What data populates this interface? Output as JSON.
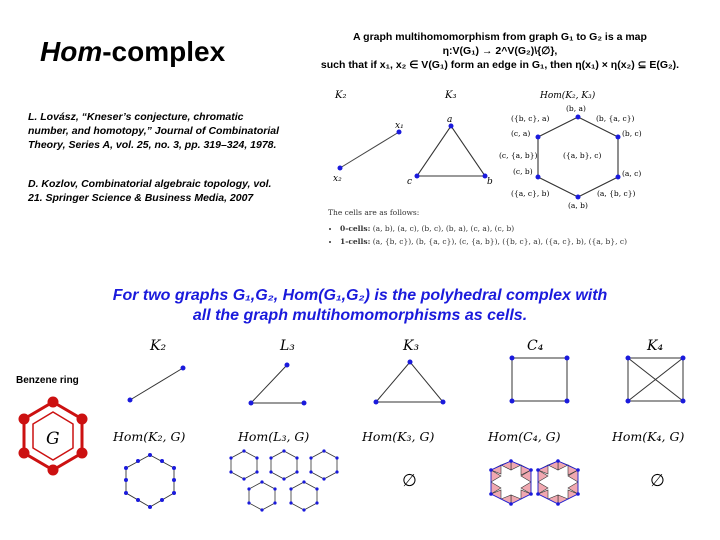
{
  "slide": {
    "title_hom": "Hom",
    "title_rest": "-complex",
    "definition": {
      "line1": "A graph multihomomorphism from graph G₁ to G₂ is a map",
      "line2": "η:V(G₁) → 2^V(G₂)\\{∅},",
      "line3": "such that if x₁, x₂ ∈ V(G₁) form an edge in G₁, then η(x₁) × η(x₂) ⊆ E(G₂)."
    },
    "references": [
      "L. Lovász, “Kneser’s conjecture, chromatic number, and homotopy,” Journal of Combinatorial Theory, Series A, vol. 25, no. 3, pp. 319–324, 1978.",
      "D. Kozlov, Combinatorial algebraic topology, vol. 21. Springer Science & Business Media, 2007"
    ],
    "statement": {
      "line1": "For two graphs G₁,G₂, Hom(G₁,G₂) is the polyhedral complex with",
      "line2": "all the graph multihomomorphisms as cells."
    }
  },
  "example": {
    "k2_label": "K₂",
    "k3_label": "K₃",
    "hom_label": "Hom(K₂, K₃)",
    "x1": "x₁",
    "x2": "x₂",
    "a": "a",
    "b": "b",
    "c": "c",
    "hex_labels": {
      "top": "(b, a)",
      "top_right": "(b, {a, c})",
      "right_up": "(b, c)",
      "right_low": "(a, c)",
      "bottom_right": "(a, {b, c})",
      "bottom": "(a, b)",
      "bottom_left": "({a, c}, b)",
      "left_low": "(c, b)",
      "left_mid": "(c, {a, b})",
      "left_up": "(c, a)",
      "top_left": "({b, c}, a)",
      "center": "({a, b}, c)"
    },
    "cells_title": "The cells are as follows:",
    "cells_0_label": "0-cells:",
    "cells_0": "(a, b), (a, c), (b, c), (b, a), (c, a), (c, b)",
    "cells_1_label": "1-cells:",
    "cells_1": "(a, {b, c}), (b, {a, c}), (c, {a, b}), ({b, c}, a), ({a, c}, b), ({a, b}, c)"
  },
  "bottom": {
    "benzene_label": "Benzene ring",
    "g_label": "G",
    "graphs": [
      "K₂",
      "L₃",
      "K₃",
      "C₄",
      "K₄"
    ],
    "homs": [
      "Hom(K₂, G)",
      "Hom(L₃, G)",
      "Hom(K₃, G)",
      "Hom(C₄, G)",
      "Hom(K₄, G)"
    ],
    "empty_symbol": "∅"
  },
  "colors": {
    "statement": "#1a1adc",
    "vertex": "#1a1adc",
    "benzene": "#cc1111",
    "pink_fill": "#f0a8b0"
  }
}
